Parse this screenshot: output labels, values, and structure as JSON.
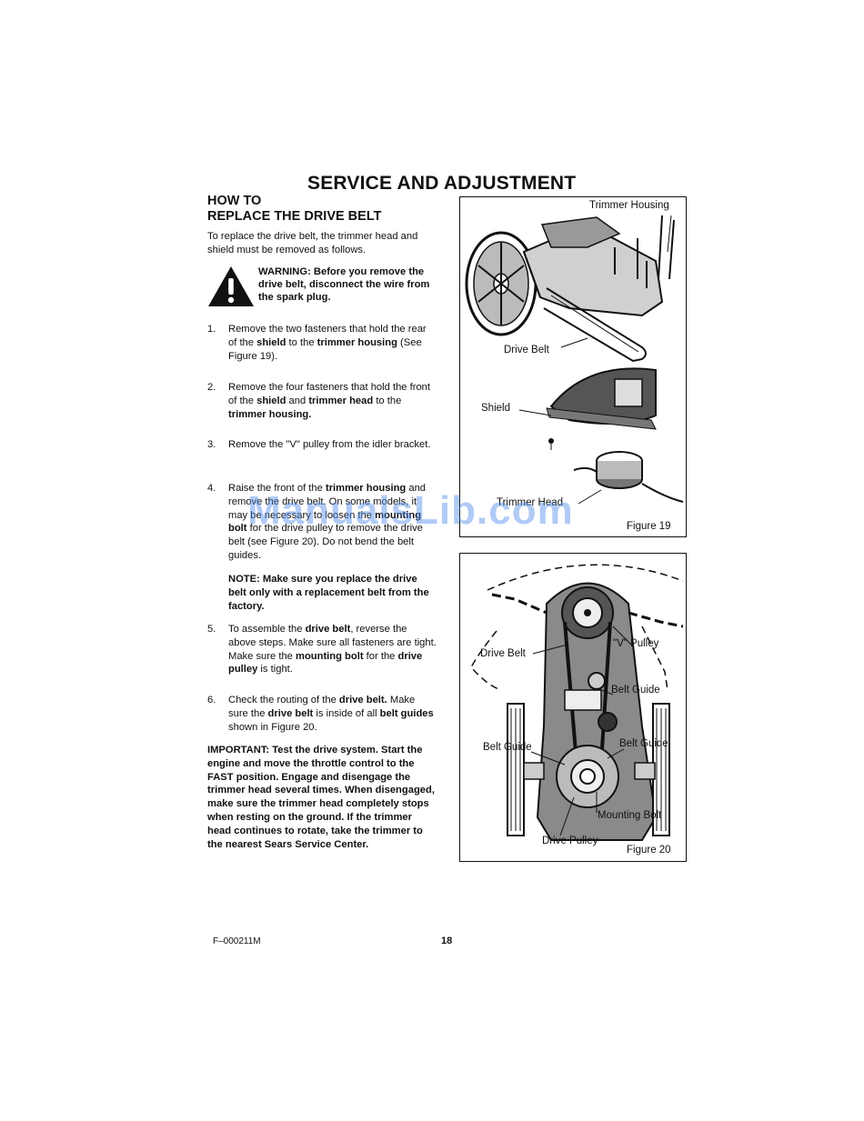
{
  "page": {
    "title": "SERVICE AND ADJUSTMENT",
    "section_heading_line1": "HOW TO",
    "section_heading_line2": "REPLACE THE DRIVE BELT",
    "intro": "To replace the drive belt, the trimmer head and shield must be removed as follows.",
    "warning": "WARNING: Before you remove the drive belt, disconnect the wire from the spark plug.",
    "steps": [
      {
        "num": "1.",
        "pre": "Remove the two fasteners that hold the rear of the ",
        "b1": "shield",
        "mid": " to the ",
        "b2": "trimmer housing",
        "post": " (See Figure 19)."
      },
      {
        "num": "2.",
        "pre": "Remove the four fasteners that hold the front of the ",
        "b1": "shield",
        "mid": " and ",
        "b2": "trimmer head",
        "mid2": " to the ",
        "b3": "trimmer housing."
      },
      {
        "num": "3.",
        "text": "Remove the \"V\" pulley from the idler bracket."
      },
      {
        "num": "4.",
        "pre": "Raise the front of the ",
        "b1": "trimmer housing",
        "mid": " and remove the drive belt. On some models, it may be necessary to loosen the ",
        "b2": "mounting bolt",
        "post": " for the drive pulley to remove the drive belt (see Figure 20). Do not bend the belt guides."
      },
      {
        "num": "5.",
        "pre": "To assemble the ",
        "b1": "drive belt",
        "mid": ", reverse the above steps. Make sure all fasteners are tight. Make sure the ",
        "b2": "mounting bolt",
        "mid2": " for the ",
        "b3": "drive pulley",
        "post": " is tight."
      },
      {
        "num": "6.",
        "pre": "Check the routing of the ",
        "b1": "drive belt.",
        "mid": " Make sure the ",
        "b2": "drive belt",
        "mid2": " is inside of all ",
        "b3": "belt guides",
        "post": " shown in Figure 20."
      }
    ],
    "note": "NOTE: Make sure you replace the drive belt only with a replacement belt from the factory.",
    "important": "IMPORTANT: Test the drive system. Start the engine and move the throttle control to the FAST position. Engage and disengage the trimmer head several times. When disengaged, make sure the trimmer head completely stops when resting on the ground. If the trimmer head continues to rotate, take the trimmer to the nearest Sears Service Center.",
    "footer_code": "F–000211M",
    "page_number": "18",
    "watermark": "ManualsLib.com"
  },
  "figure19": {
    "caption": "Figure 19",
    "labels": {
      "trimmer_housing": "Trimmer Housing",
      "drive_belt": "Drive Belt",
      "shield": "Shield",
      "trimmer_head": "Trimmer Head"
    }
  },
  "figure20": {
    "caption": "Figure 20",
    "labels": {
      "v_pulley": "\"V\" Pulley",
      "drive_belt": "Drive Belt",
      "belt_guide_top": "Belt Guide",
      "belt_guide_left": "Belt Guide",
      "belt_guide_right": "Belt Guide",
      "mounting_bolt": "Mounting Bolt",
      "drive_pulley": "Drive Pulley"
    }
  },
  "colors": {
    "ink": "#111111",
    "gray_fill": "#8a8a8a",
    "watermark": "#508ceb"
  }
}
